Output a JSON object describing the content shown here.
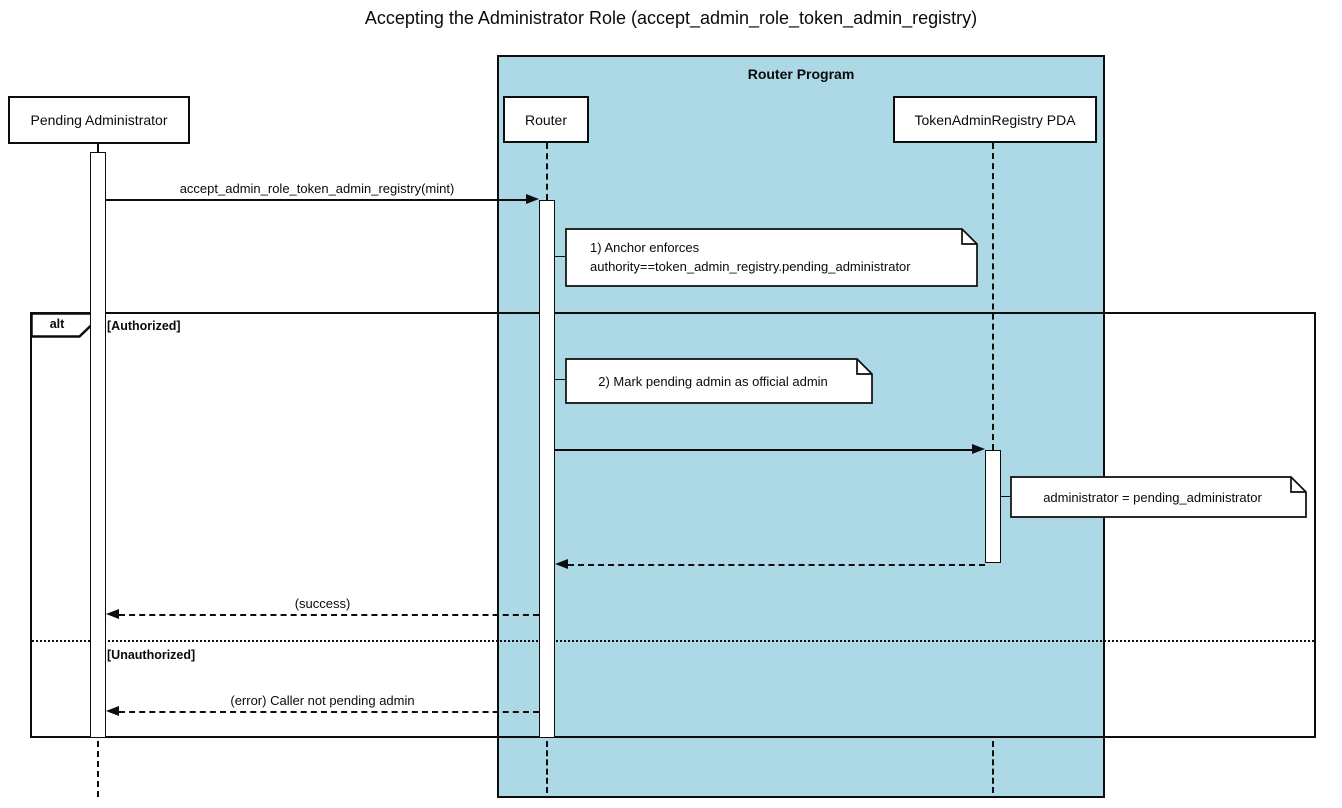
{
  "title": "Accepting the Administrator Role (accept_admin_role_token_admin_registry)",
  "frame": {
    "label": "Router Program"
  },
  "participants": [
    {
      "id": "pending-administrator",
      "label": "Pending Administrator"
    },
    {
      "id": "router",
      "label": "Router"
    },
    {
      "id": "token-admin-registry-pda",
      "label": "TokenAdminRegistry PDA"
    }
  ],
  "alt_frame": {
    "operator": "alt",
    "guards": [
      "[Authorized]",
      "[Unauthorized]"
    ]
  },
  "messages": [
    {
      "label": "accept_admin_role_token_admin_registry(mint)",
      "from": "Pending Administrator",
      "to": "Router",
      "line": "solid"
    },
    {
      "label": "",
      "from": "Router",
      "to": "TokenAdminRegistry PDA",
      "line": "solid"
    },
    {
      "label": "",
      "from": "TokenAdminRegistry PDA",
      "to": "Router",
      "line": "dashed"
    },
    {
      "label": "(success)",
      "from": "Router",
      "to": "Pending Administrator",
      "line": "dashed"
    },
    {
      "label": "(error) Caller not pending admin",
      "from": "Router",
      "to": "Pending Administrator",
      "line": "dashed"
    }
  ],
  "notes": [
    {
      "line1": "1) Anchor enforces",
      "line2": "authority==token_admin_registry.pending_administrator"
    },
    {
      "line1": "2) Mark pending admin as official admin"
    },
    {
      "line1": "administrator = pending_administrator"
    }
  ],
  "colors": {
    "program_fill": "#ADD8E6",
    "note_fill": "#FFFFFF",
    "line": "#0D0D0D",
    "background": "#FFFFFF"
  }
}
